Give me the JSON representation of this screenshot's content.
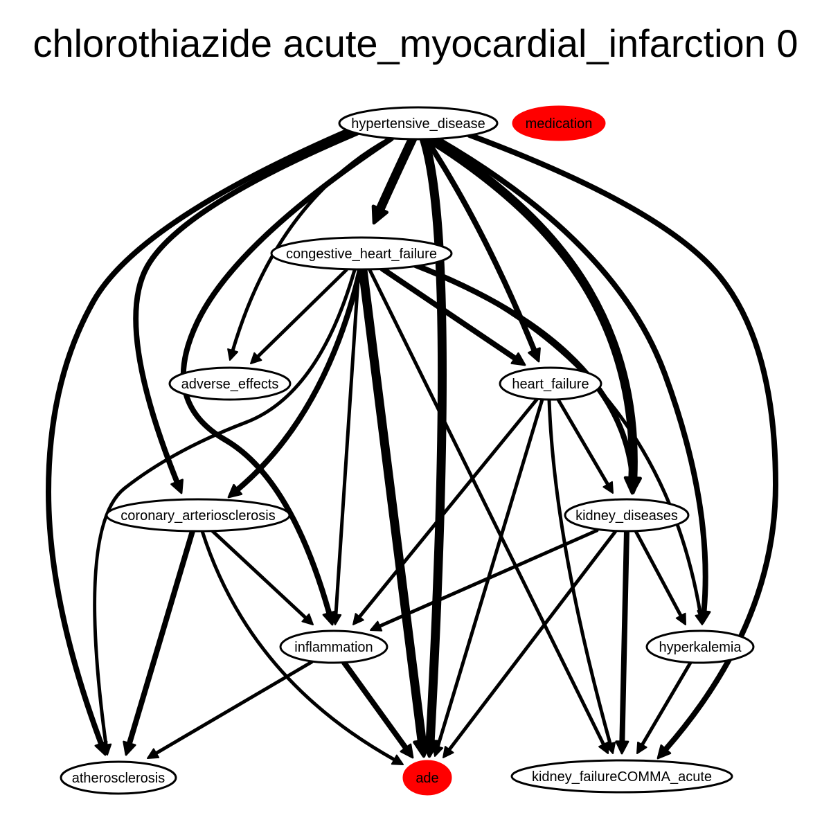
{
  "title": "chlorothiazide acute_myocardial_infarction 0",
  "colors": {
    "highlight": "#ff0000",
    "node_fill": "#ffffff",
    "stroke": "#000000"
  },
  "nodes": {
    "hypertensive_disease": {
      "label": "hypertensive_disease",
      "highlighted": false
    },
    "medication": {
      "label": "medication",
      "highlighted": true
    },
    "congestive_heart_failure": {
      "label": "congestive_heart_failure",
      "highlighted": false
    },
    "adverse_effects": {
      "label": "adverse_effects",
      "highlighted": false
    },
    "heart_failure": {
      "label": "heart_failure",
      "highlighted": false
    },
    "coronary_arteriosclerosis": {
      "label": "coronary_arteriosclerosis",
      "highlighted": false
    },
    "kidney_diseases": {
      "label": "kidney_diseases",
      "highlighted": false
    },
    "inflammation": {
      "label": "inflammation",
      "highlighted": false
    },
    "hyperkalemia": {
      "label": "hyperkalemia",
      "highlighted": false
    },
    "atherosclerosis": {
      "label": "atherosclerosis",
      "highlighted": false
    },
    "ade": {
      "label": "ade",
      "highlighted": true
    },
    "kidney_failure_acute": {
      "label": "kidney_failureCOMMA_acute",
      "highlighted": false
    }
  },
  "edges": [
    {
      "from": "hypertensive_disease",
      "to": "congestive_heart_failure",
      "weight": "very heavy"
    },
    {
      "from": "hypertensive_disease",
      "to": "ade",
      "weight": "very heavy"
    },
    {
      "from": "hypertensive_disease",
      "to": "adverse_effects",
      "weight": "medium"
    },
    {
      "from": "hypertensive_disease",
      "to": "heart_failure",
      "weight": "heavy"
    },
    {
      "from": "hypertensive_disease",
      "to": "kidney_diseases",
      "weight": "very heavy"
    },
    {
      "from": "hypertensive_disease",
      "to": "coronary_arteriosclerosis",
      "weight": "heavy"
    },
    {
      "from": "hypertensive_disease",
      "to": "inflammation",
      "weight": "heavy"
    },
    {
      "from": "hypertensive_disease",
      "to": "atherosclerosis",
      "weight": "heavy"
    },
    {
      "from": "hypertensive_disease",
      "to": "hyperkalemia",
      "weight": "heavy"
    },
    {
      "from": "hypertensive_disease",
      "to": "kidney_failure_acute",
      "weight": "heavy"
    },
    {
      "from": "congestive_heart_failure",
      "to": "adverse_effects",
      "weight": "medium"
    },
    {
      "from": "congestive_heart_failure",
      "to": "heart_failure",
      "weight": "heavy"
    },
    {
      "from": "congestive_heart_failure",
      "to": "coronary_arteriosclerosis",
      "weight": "heavy"
    },
    {
      "from": "congestive_heart_failure",
      "to": "inflammation",
      "weight": "medium"
    },
    {
      "from": "congestive_heart_failure",
      "to": "ade",
      "weight": "very heavy"
    },
    {
      "from": "congestive_heart_failure",
      "to": "kidney_failure_acute",
      "weight": "medium"
    },
    {
      "from": "congestive_heart_failure",
      "to": "kidney_diseases",
      "weight": "heavy"
    },
    {
      "from": "congestive_heart_failure",
      "to": "hyperkalemia",
      "weight": "medium"
    },
    {
      "from": "congestive_heart_failure",
      "to": "atherosclerosis",
      "weight": "medium"
    },
    {
      "from": "heart_failure",
      "to": "inflammation",
      "weight": "medium"
    },
    {
      "from": "heart_failure",
      "to": "ade",
      "weight": "medium"
    },
    {
      "from": "heart_failure",
      "to": "kidney_diseases",
      "weight": "medium"
    },
    {
      "from": "heart_failure",
      "to": "kidney_failure_acute",
      "weight": "medium"
    },
    {
      "from": "coronary_arteriosclerosis",
      "to": "inflammation",
      "weight": "medium"
    },
    {
      "from": "coronary_arteriosclerosis",
      "to": "atherosclerosis",
      "weight": "heavy"
    },
    {
      "from": "coronary_arteriosclerosis",
      "to": "ade",
      "weight": "medium"
    },
    {
      "from": "kidney_diseases",
      "to": "inflammation",
      "weight": "medium"
    },
    {
      "from": "kidney_diseases",
      "to": "ade",
      "weight": "medium"
    },
    {
      "from": "kidney_diseases",
      "to": "kidney_failure_acute",
      "weight": "heavy"
    },
    {
      "from": "kidney_diseases",
      "to": "hyperkalemia",
      "weight": "medium"
    },
    {
      "from": "inflammation",
      "to": "atherosclerosis",
      "weight": "medium"
    },
    {
      "from": "inflammation",
      "to": "ade",
      "weight": "heavy"
    },
    {
      "from": "hyperkalemia",
      "to": "kidney_failure_acute",
      "weight": "medium"
    }
  ]
}
